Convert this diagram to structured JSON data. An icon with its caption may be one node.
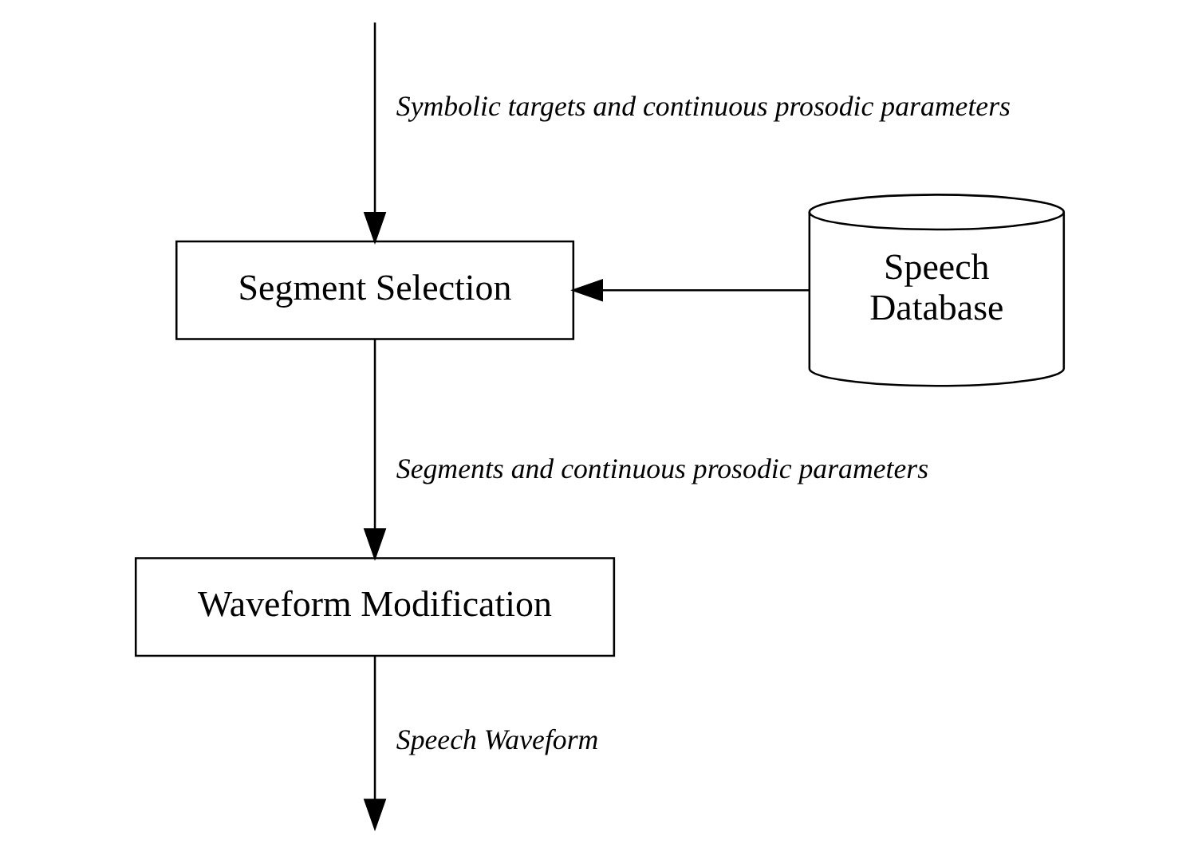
{
  "diagram": {
    "nodes": [
      {
        "text": [
          "Segment Selection"
        ]
      },
      {
        "text": [
          "Speech Database"
        ]
      },
      {
        "text": [
          "Waveform Modification"
        ]
      }
    ],
    "edges": [
      {
        "from": null,
        "to": 0,
        "arrow": "to",
        "label": "Symbolic targets and continuous prosodic parameters"
      },
      {
        "from": 1,
        "to": 0,
        "arrow": "to"
      },
      {
        "from": 0,
        "to": 2,
        "arrow": "to",
        "label": "Segments and continuous prosodic parameters"
      },
      {
        "from": 2,
        "to": null,
        "arrow": "to",
        "label": "Speech Waveform"
      }
    ]
  }
}
